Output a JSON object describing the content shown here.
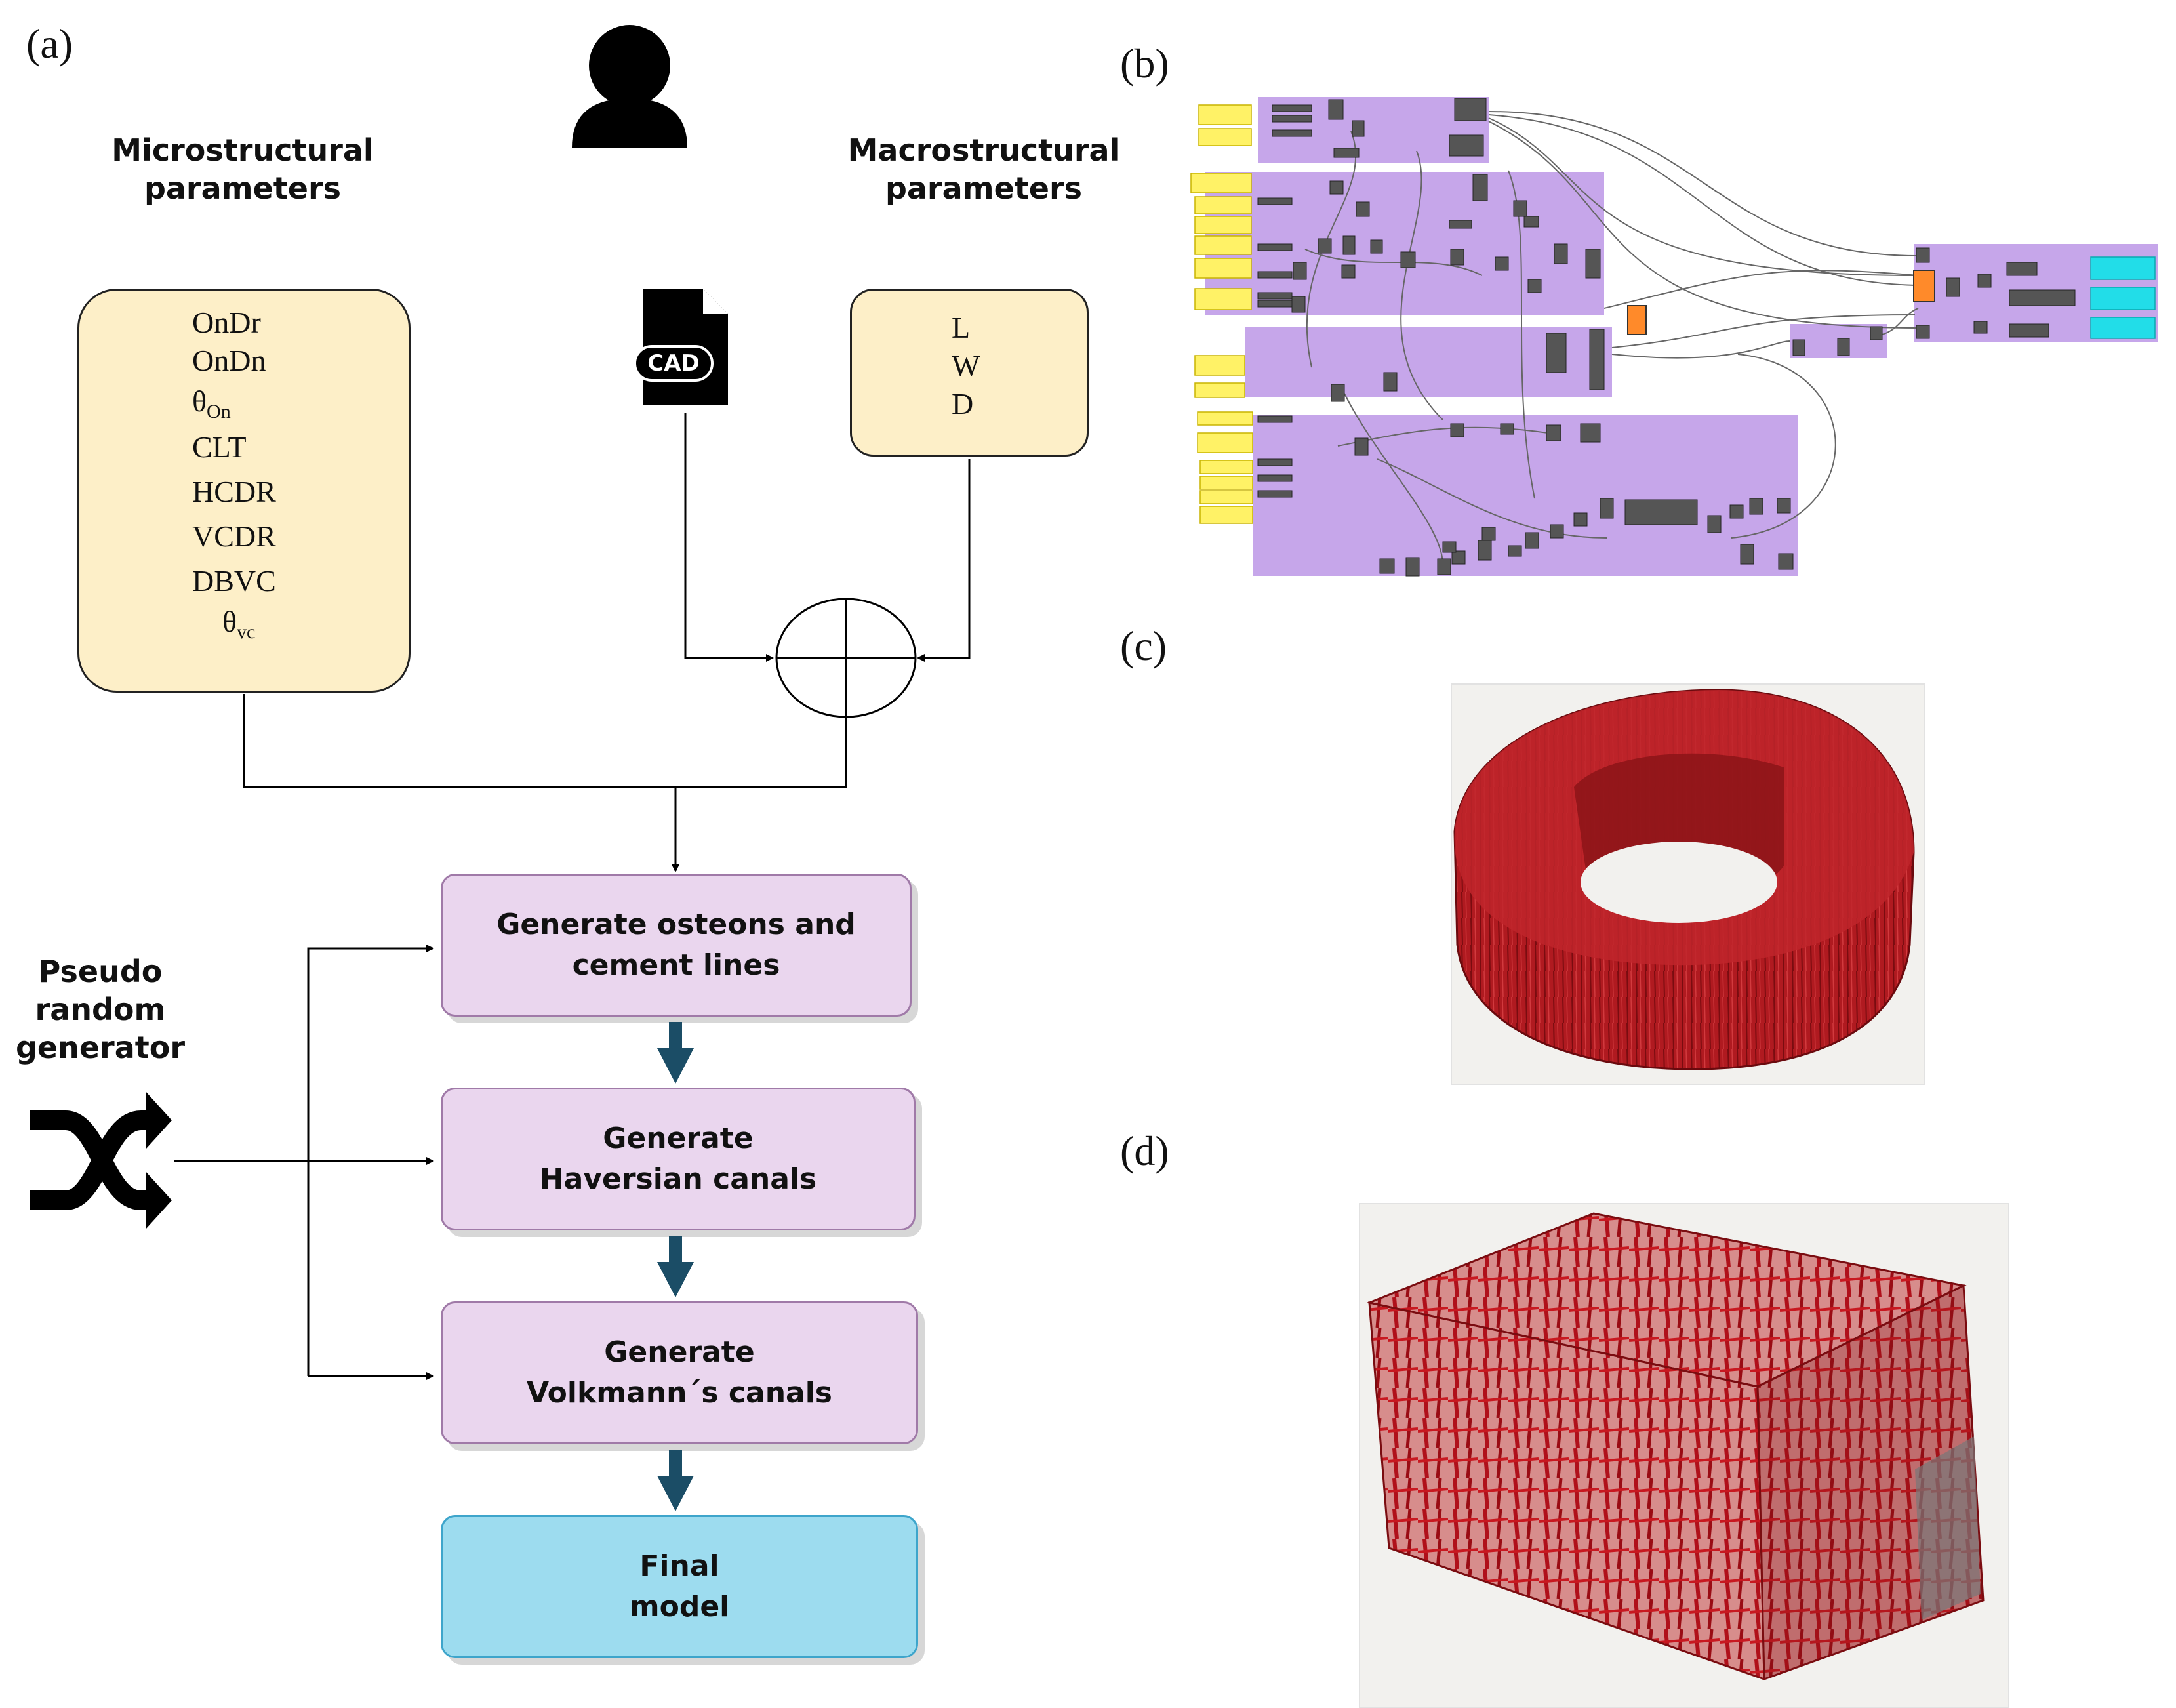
{
  "panels": {
    "a": "(a)",
    "b": "(b)",
    "c": "(c)",
    "d": "(d)"
  },
  "micro_header": [
    "Microstructural",
    "parameters"
  ],
  "macro_header": [
    "Macrostructural",
    "parameters"
  ],
  "micro_params": [
    "OnDr",
    "OnDn",
    "θ",
    "CLT",
    "HCDR",
    "VCDR",
    "DBVC",
    "θ"
  ],
  "micro_param_subs": {
    "theta_on": "On",
    "theta_vc": "vc"
  },
  "macro_params": [
    "L",
    "W",
    "D"
  ],
  "cad_label": "CAD",
  "generator_label": [
    "Pseudo",
    "random",
    "generator"
  ],
  "steps": [
    {
      "lines": [
        "Generate osteons and",
        "cement lines"
      ]
    },
    {
      "lines": [
        "Generate",
        "Haversian canals"
      ]
    },
    {
      "lines": [
        "Generate",
        "Volkmann´s canals"
      ]
    },
    {
      "lines": [
        "Final",
        "model"
      ]
    }
  ],
  "colors": {
    "param_fill": "#fdefc8",
    "step_fill": "#ead6ee",
    "final_fill": "#9ddcef",
    "down_arrow": "#1b4d66",
    "node_group": "#c6a6ea",
    "node_input": "#fff266",
    "node_output": "#22dde8",
    "bone_red": "#b0161c"
  },
  "icons": [
    "user-icon",
    "cad-file-icon",
    "shuffle-icon",
    "summing-junction-icon"
  ]
}
